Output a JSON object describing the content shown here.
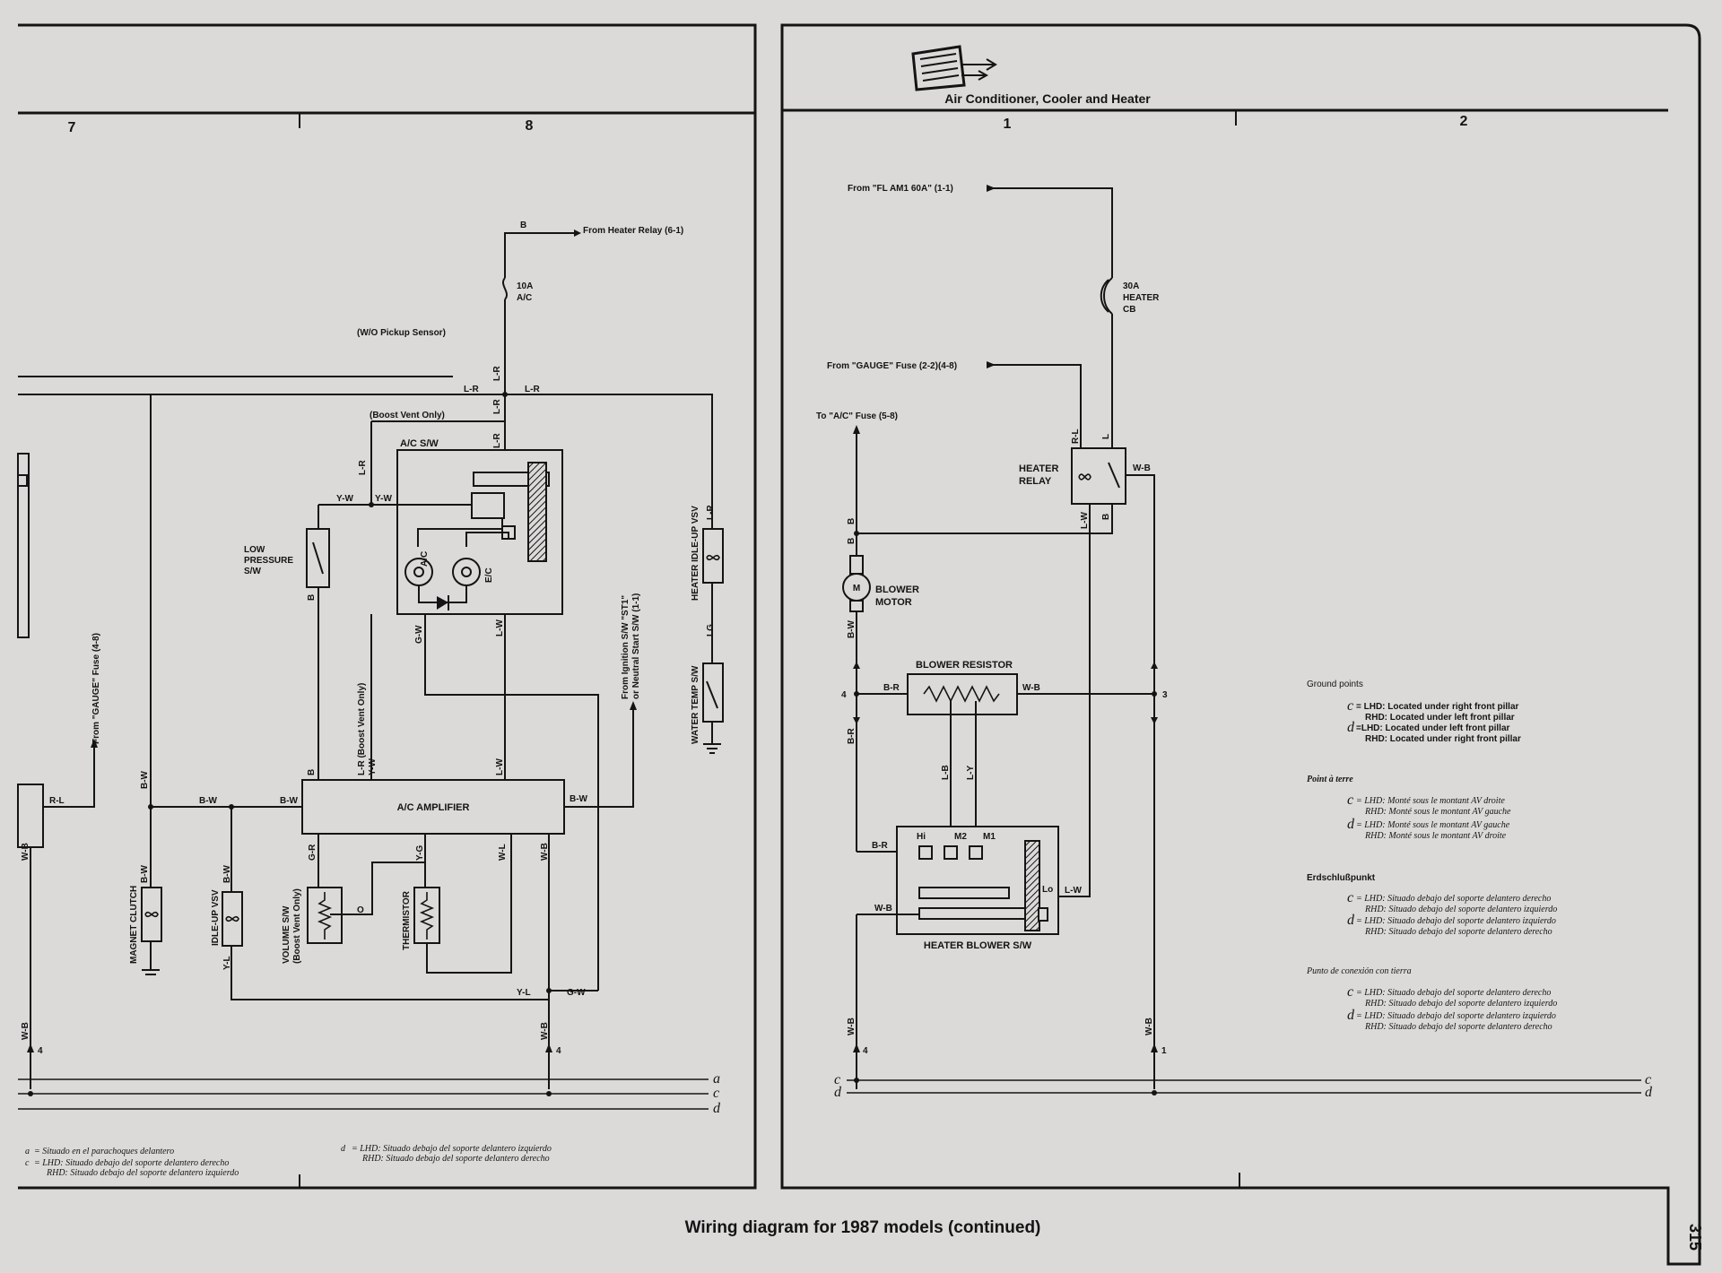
{
  "header": {
    "right_title": "Air Conditioner, Cooler and Heater",
    "columns_left": [
      "7",
      "8"
    ],
    "columns_right": [
      "1",
      "2"
    ],
    "page_number": "315"
  },
  "caption": "Wiring diagram for 1987 models (continued)",
  "left": {
    "from_heater_relay": "From Heater Relay (6-1)",
    "wire_b_top": "B",
    "fuse_10a": [
      "10A",
      "A/C"
    ],
    "wo_pickup": "(W/O Pickup Sensor)",
    "wire_lr": "L-R",
    "boost_vent_only": "(Boost Vent Only)",
    "ac_sw": "A/C S/W",
    "wire_yw": "Y-W",
    "low_pressure": [
      "LOW",
      "PRESSURE",
      "S/W"
    ],
    "ac_lbl": "A/C",
    "ec_lbl": "E/C",
    "wire_gw": "G-W",
    "wire_lw": "L-W",
    "wire_b": "B",
    "wire_bw": "B-W",
    "wire_rl": "R-L",
    "wire_wb": "W-B",
    "wire_gr": "G-R",
    "wire_yg": "Y-G",
    "wire_wl": "W-L",
    "wire_yl": "Y-L",
    "wire_lg": "LG",
    "wire_o": "O",
    "lr_boost": [
      "L-R (Boost Vent Only)",
      "Y-W"
    ],
    "from_gauge_fuse": "From \"GAUGE\" Fuse (4-8)",
    "from_ignition": [
      "From Ignition S/W \"ST1\"",
      "or Neutral Start S/W (1-1)"
    ],
    "heater_idle_vsv": "HEATER IDLE-UP VSV",
    "water_temp_sw": "WATER TEMP S/W",
    "ac_amplifier": "A/C AMPLIFIER",
    "magnet_clutch": "MAGNET CLUTCH",
    "idle_up_vsv": "IDLE-UP VSV",
    "volume_sw": [
      "VOLUME S/W",
      "(Boost Vent Only)"
    ],
    "thermistor": "THERMISTOR",
    "ground_num": "4",
    "bus": [
      "a",
      "c",
      "d"
    ],
    "notes": {
      "a_letter": "a",
      "a": "= Situado en el parachoques delantero",
      "c_letter": "c",
      "c1": "= LHD: Situado debajo del soporte delantero derecho",
      "c2": "RHD: Situado debajo del soporte delantero izquierdo",
      "d_letter": "d",
      "d1": "= LHD: Situado debajo del soporte delantero izquierdo",
      "d2": "RHD: Situado debajo del soporte delantero derecho"
    }
  },
  "right": {
    "from_fl_am1": "From \"FL AM1 60A\" (1-1)",
    "heater_cb": [
      "30A",
      "HEATER",
      "CB"
    ],
    "from_gauge": "From \"GAUGE\" Fuse (2-2)(4-8)",
    "to_ac_fuse": "To \"A/C\" Fuse (5-8)",
    "heater_relay": [
      "HEATER",
      "RELAY"
    ],
    "wire_rl": "R-L",
    "wire_l": "L",
    "wire_wb": "W-B",
    "wire_lw": "L-W",
    "wire_b": "B",
    "blower_motor": [
      "BLOWER",
      "MOTOR"
    ],
    "motor_m": "M",
    "wire_bw": "B-W",
    "blower_resistor": "BLOWER RESISTOR",
    "wire_br": "B-R",
    "wire_lb": "L-B",
    "wire_ly": "L-Y",
    "hi": "Hi",
    "m2": "M2",
    "m1": "M1",
    "lo": "Lo",
    "heater_blower_sw": "HEATER BLOWER S/W",
    "conn_4": "4",
    "conn_3": "3",
    "ground_4": "4",
    "ground_1": "1",
    "bus": [
      "c",
      "d"
    ]
  },
  "legend": {
    "en_title": "Ground points",
    "en": [
      {
        "k": "c",
        "l1": "= LHD: Located under right front pillar",
        "l2": "RHD: Located under left front pillar"
      },
      {
        "k": "d",
        "l1": "=LHD: Located under left front pillar",
        "l2": "RHD: Located under right front pillar"
      }
    ],
    "fr_title": "Point à terre",
    "fr": [
      {
        "k": "c",
        "l1": "= LHD: Monté sous le montant AV droite",
        "l2": "RHD: Monté sous le montant AV gauche"
      },
      {
        "k": "d",
        "l1": "= LHD: Monté sous le montant AV gauche",
        "l2": "RHD: Monté sous le montant AV droite"
      }
    ],
    "de_title": "Erdschlußpunkt",
    "de": [
      {
        "k": "c",
        "l1": "= LHD: Situado debajo del soporte delantero derecho",
        "l2": "RHD: Situado debajo del soporte delantero izquierdo"
      },
      {
        "k": "d",
        "l1": "= LHD: Situado debajo del soporte delantero izquierdo",
        "l2": "RHD: Situado debajo del soporte delantero derecho"
      }
    ],
    "es_title": "Punto de conexión con tierra",
    "es": [
      {
        "k": "c",
        "l1": "= LHD: Situado debajo del soporte delantero derecho",
        "l2": "RHD: Situado debajo del soporte delantero izquierdo"
      },
      {
        "k": "d",
        "l1": "= LHD: Situado debajo del soporte delantero izquierdo",
        "l2": "RHD: Situado debajo del soporte delantero derecho"
      }
    ]
  }
}
